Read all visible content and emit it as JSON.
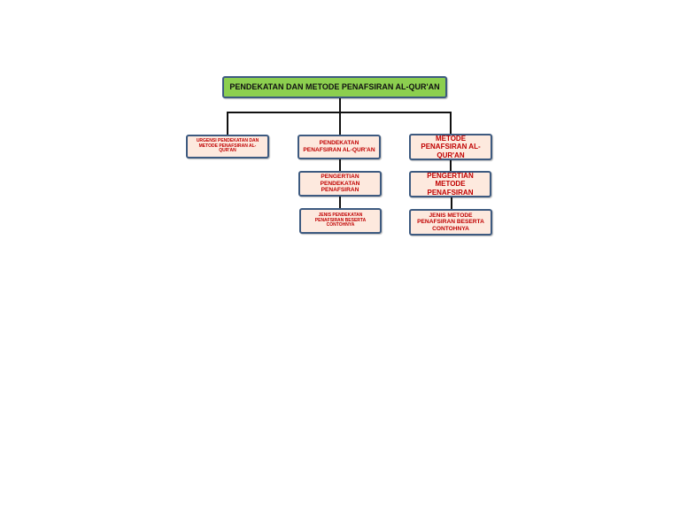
{
  "root": {
    "label": "PENDEKATAN DAN METODE PENAFSIRAN AL-QUR'AN",
    "color": "#8ccf4f"
  },
  "branch_left": {
    "label": "URGENSI PENDEKATAN DAN METODE PENAFSIRAN AL-QUR'AN"
  },
  "branch_middle": {
    "label": "PENDEKATAN PENAFSIRAN AL-QUR'AN",
    "children": [
      "PENGERTIAN PENDEKATAN PENAFSIRAN",
      "JENIS PENDEKATAN PENAFSIRAN BESERTA CONTOHNYA"
    ]
  },
  "branch_right": {
    "label": "METODE PENAFSIRAN AL-QUR'AN",
    "children": [
      "PENGERTIAN METODE PENAFSIRAN",
      "JENIS METODE PENAFSIRAN BESERTA CONTOHNYA"
    ]
  },
  "colors": {
    "node_fill": "#fde9de",
    "node_border": "#3d5a80",
    "node_text": "#c00000",
    "connector": "#111111"
  }
}
